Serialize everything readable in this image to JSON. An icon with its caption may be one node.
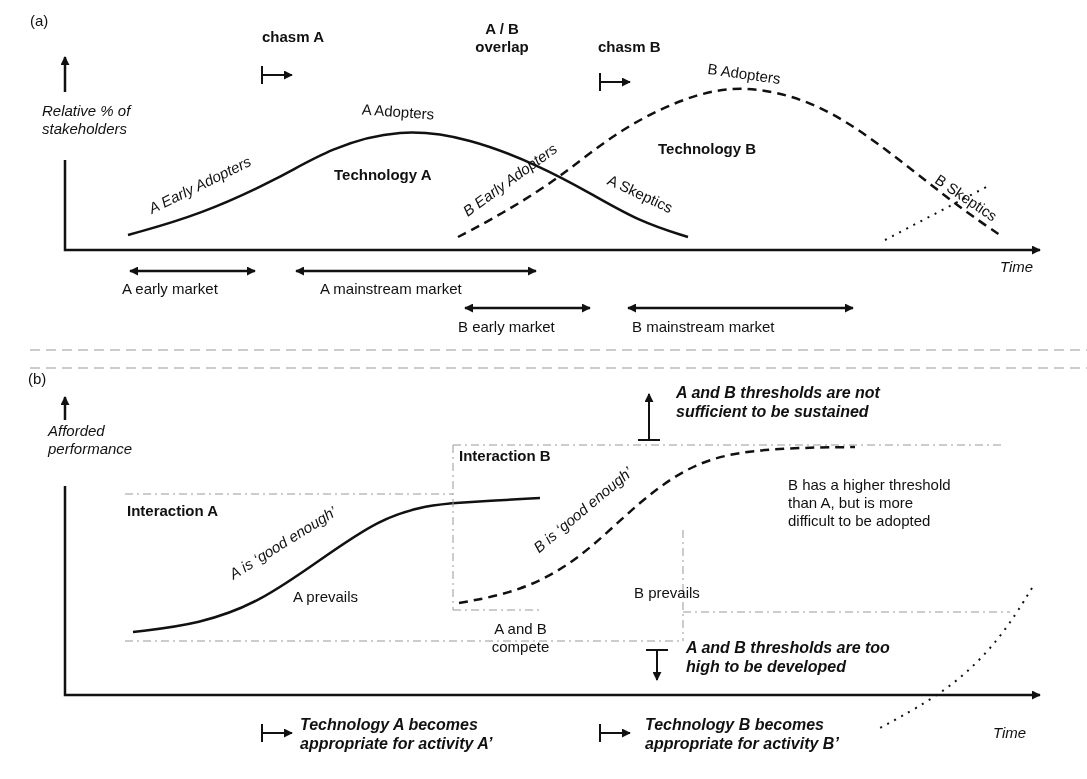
{
  "diagram": {
    "labels": [
      "(a)",
      "chasm A",
      "A / B overlap",
      "chasm B",
      "Relative % of stakeholders",
      "A Adopters",
      "B Adopters",
      "A Early Adopters",
      "Technology A",
      "B Early Adopters",
      "A Skeptics",
      "Technology B",
      "B Skeptics",
      "Time",
      "A early market",
      "A mainstream market",
      "B early market",
      "B mainstream market",
      "(b)",
      "A and B thresholds are not sufficient to be sustained",
      "Afforded performance",
      "Interaction B",
      "Interaction A",
      "A is ‘good enough’",
      "B is ‘good enough’",
      "B has a higher threshold than A, but is more difficult to be adopted",
      "A prevails",
      "B prevails",
      "A and B compete",
      "A and B thresholds are too high to be developed",
      "Technology A becomes appropriate for activity A’",
      "Technology B becomes appropriate for activity B’",
      "Time"
    ]
  }
}
